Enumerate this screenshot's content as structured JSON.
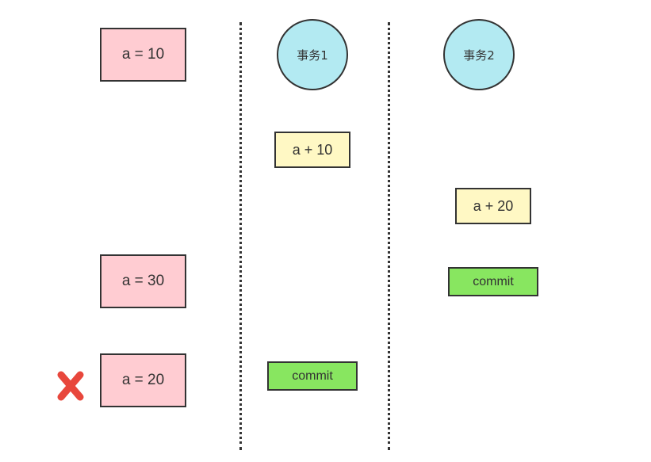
{
  "columns": {
    "tx1": {
      "label": "事务1"
    },
    "tx2": {
      "label": "事务2"
    }
  },
  "left_column": {
    "values": [
      {
        "text": "a = 10"
      },
      {
        "text": "a = 30"
      },
      {
        "text": "a = 20",
        "marker": "red-cross-icon"
      }
    ]
  },
  "tx1_steps": [
    {
      "text": "a + 10"
    },
    {
      "text": "commit"
    }
  ],
  "tx2_steps": [
    {
      "text": "a + 20"
    },
    {
      "text": "commit"
    }
  ],
  "colors": {
    "value_fill": "#ffccd2",
    "op_fill": "#fff8c4",
    "commit_fill": "#88e660",
    "circle_fill": "#b3eaf2",
    "cross": "#e8473c",
    "stroke": "#333333"
  }
}
